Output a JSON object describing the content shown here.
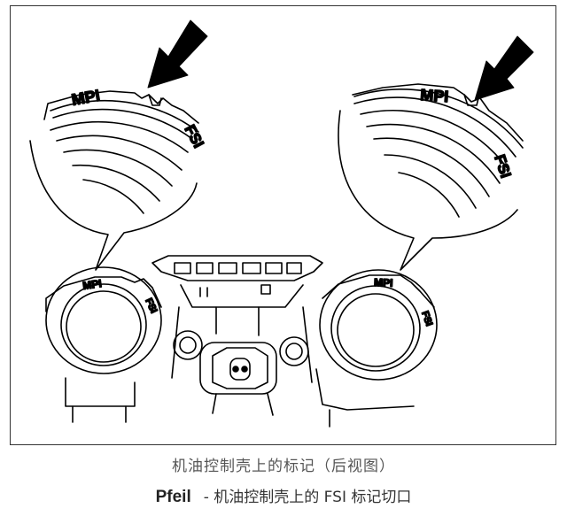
{
  "diagram": {
    "labels": {
      "mpi": "MPI",
      "fsi": "FSI"
    }
  },
  "caption": {
    "title": "机油控制壳上的标记（后视图）",
    "key": "Pfeil",
    "description": "- 机油控制壳上的 FSI 标记切口"
  }
}
